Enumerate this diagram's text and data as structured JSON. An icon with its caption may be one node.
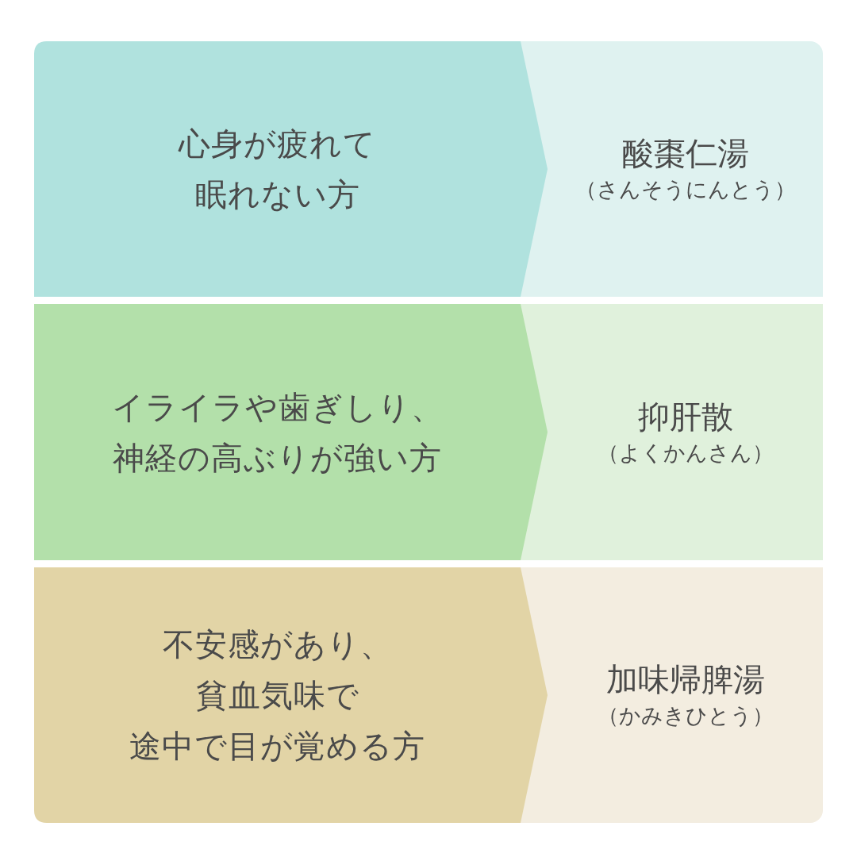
{
  "diagram": {
    "nodes": [
      {
        "text": [
          "心身が疲れて眠れない方"
        ]
      },
      {
        "text": [
          "酸棗仁湯",
          "（さんそうにんとう）"
        ]
      },
      {
        "text": [
          "イライラや歯ぎしり、神経の高ぶりが強い方"
        ]
      },
      {
        "text": [
          "抑肝散",
          "（よくかんさん）"
        ]
      },
      {
        "text": [
          "不安感があり、貧血気味で途中で目が覚める方"
        ]
      },
      {
        "text": [
          "加味帰脾湯",
          "（かみきひとう）"
        ]
      }
    ]
  }
}
